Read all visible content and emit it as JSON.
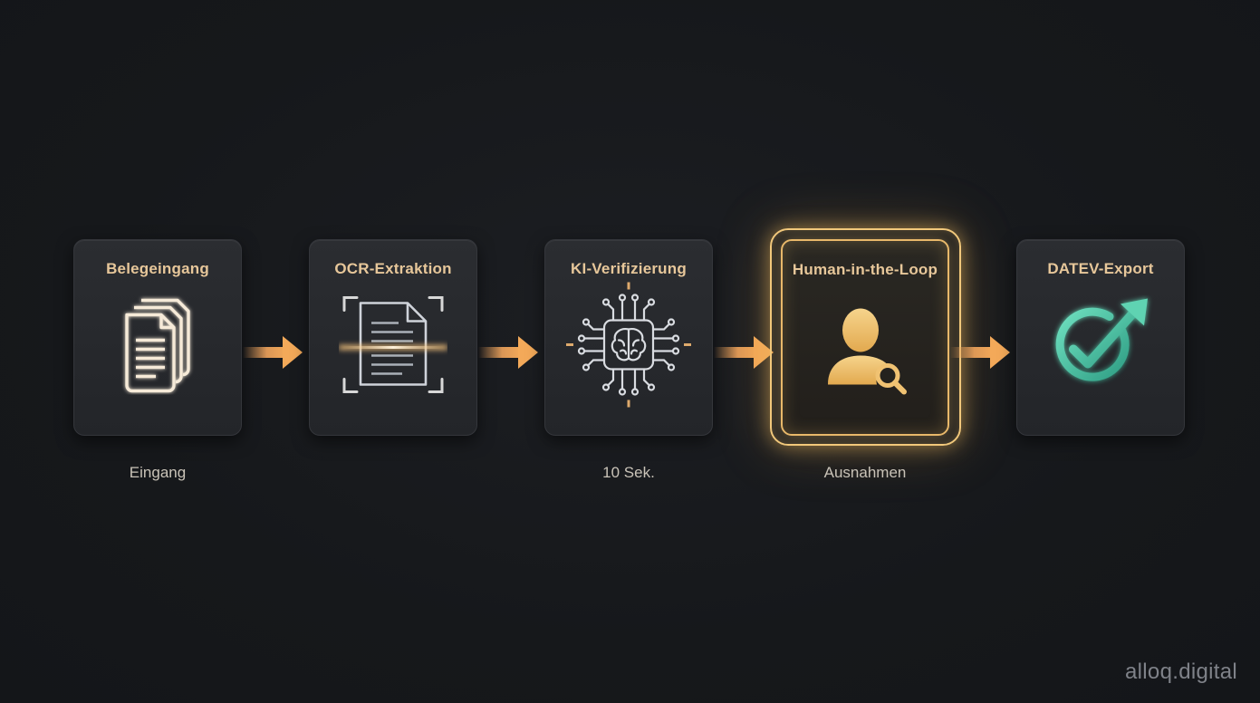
{
  "steps": [
    {
      "title": "Belegeingang",
      "caption": "Eingang",
      "icon": "documents-icon"
    },
    {
      "title": "OCR-Extraktion",
      "caption": "",
      "icon": "document-scan-icon"
    },
    {
      "title": "KI-Verifizierung",
      "caption": "10 Sek.",
      "icon": "ai-brain-chip-icon"
    },
    {
      "title": "Human-in-the-Loop",
      "caption": "Ausnahmen",
      "icon": "person-magnifier-icon",
      "highlighted": true
    },
    {
      "title": "DATEV-Export",
      "caption": "",
      "icon": "check-export-icon"
    }
  ],
  "brand": "alloq.digital",
  "colors": {
    "background": "#17191c",
    "title": "#e7c79a",
    "arrow": "#f0a45c",
    "highlight": "#f2c97c",
    "export_accent": "#4cc9a4"
  }
}
